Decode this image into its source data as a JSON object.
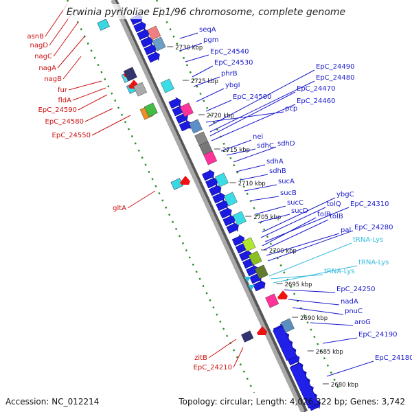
{
  "title": "Erwinia pyrifoliae Ep1/96 chromosome, complete genome",
  "footer": {
    "accession": "Accession: NC_012214",
    "topology": "Topology: circular; Length: 4,026,322 bp; Genes: 3,742"
  },
  "colors": {
    "forward_gene_label": "#1a1acc",
    "reverse_gene_label": "#cc1111",
    "rna_label": "#33bbdd",
    "backbone": "#999999",
    "tick_dots": "#2a8a2a"
  },
  "scale_ticks": [
    {
      "label": "2730 kbp"
    },
    {
      "label": "2725 kbp"
    },
    {
      "label": "2720 kbp"
    },
    {
      "label": "2715 kbp"
    },
    {
      "label": "2710 kbp"
    },
    {
      "label": "2705 kbp"
    },
    {
      "label": "2700 kbp"
    },
    {
      "label": "2695 kbp"
    },
    {
      "label": "2690 kbp"
    },
    {
      "label": "2685 kbp"
    },
    {
      "label": "2680 kbp"
    }
  ],
  "right_labels": [
    {
      "text": "seqA",
      "color": "blue"
    },
    {
      "text": "pgm",
      "color": "blue"
    },
    {
      "text": "EpC_24540",
      "color": "blue"
    },
    {
      "text": "EpC_24530",
      "color": "blue"
    },
    {
      "text": "phrB",
      "color": "blue"
    },
    {
      "text": "ybgI",
      "color": "blue"
    },
    {
      "text": "EpC_24500",
      "color": "blue"
    },
    {
      "text": "pcp",
      "color": "blue"
    },
    {
      "text": "EpC_24490",
      "color": "blue"
    },
    {
      "text": "EpC_24480",
      "color": "blue"
    },
    {
      "text": "EpC_24470",
      "color": "blue"
    },
    {
      "text": "EpC_24460",
      "color": "blue"
    },
    {
      "text": "nei",
      "color": "blue"
    },
    {
      "text": "sdhC",
      "color": "blue"
    },
    {
      "text": "sdhD",
      "color": "blue"
    },
    {
      "text": "sdhA",
      "color": "blue"
    },
    {
      "text": "sdhB",
      "color": "blue"
    },
    {
      "text": "sucA",
      "color": "blue"
    },
    {
      "text": "sucB",
      "color": "blue"
    },
    {
      "text": "sucC",
      "color": "blue"
    },
    {
      "text": "sucD",
      "color": "blue"
    },
    {
      "text": "ybgC",
      "color": "blue"
    },
    {
      "text": "tolQ",
      "color": "blue"
    },
    {
      "text": "EpC_24310",
      "color": "blue"
    },
    {
      "text": "tolR",
      "color": "blue"
    },
    {
      "text": "tolB",
      "color": "blue"
    },
    {
      "text": "pal",
      "color": "blue"
    },
    {
      "text": "EpC_24280",
      "color": "blue"
    },
    {
      "text": "tRNA-Lys",
      "color": "rna"
    },
    {
      "text": "tRNA-Lys",
      "color": "rna"
    },
    {
      "text": "tRNA-Lys",
      "color": "rna"
    },
    {
      "text": "EpC_24250",
      "color": "blue"
    },
    {
      "text": "nadA",
      "color": "blue"
    },
    {
      "text": "pnuC",
      "color": "blue"
    },
    {
      "text": "aroG",
      "color": "blue"
    },
    {
      "text": "EpC_24190",
      "color": "blue"
    },
    {
      "text": "EpC_24180",
      "color": "blue"
    }
  ],
  "left_labels": [
    {
      "text": "asnB"
    },
    {
      "text": "nagD"
    },
    {
      "text": "nagC"
    },
    {
      "text": "nagA"
    },
    {
      "text": "nagB"
    },
    {
      "text": "fur"
    },
    {
      "text": "fldA"
    },
    {
      "text": "EpC_24590"
    },
    {
      "text": "EpC_24580"
    },
    {
      "text": "EpC_24550"
    },
    {
      "text": "gltA"
    },
    {
      "text": "zitB"
    },
    {
      "text": "EpC_24210"
    }
  ]
}
